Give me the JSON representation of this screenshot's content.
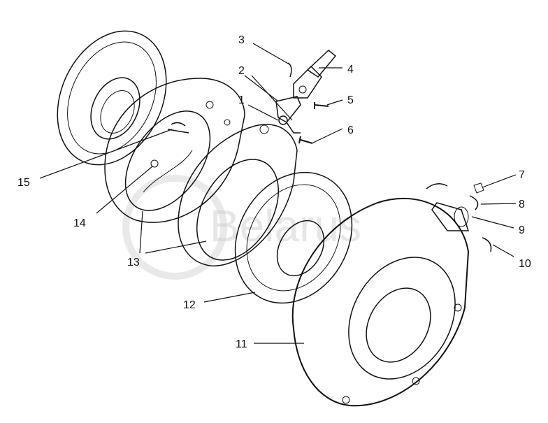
{
  "callouts": [
    {
      "id": "3",
      "text": "3"
    },
    {
      "id": "2",
      "text": "2"
    },
    {
      "id": "4",
      "text": "4"
    },
    {
      "id": "1",
      "text": "1"
    },
    {
      "id": "5",
      "text": "5"
    },
    {
      "id": "6",
      "text": "6"
    },
    {
      "id": "15",
      "text": "15"
    },
    {
      "id": "14",
      "text": "14"
    },
    {
      "id": "13",
      "text": "13"
    },
    {
      "id": "7",
      "text": "7"
    },
    {
      "id": "8",
      "text": "8"
    },
    {
      "id": "9",
      "text": "9"
    },
    {
      "id": "10",
      "text": "10"
    },
    {
      "id": "12",
      "text": "12"
    },
    {
      "id": "11",
      "text": "11"
    }
  ]
}
